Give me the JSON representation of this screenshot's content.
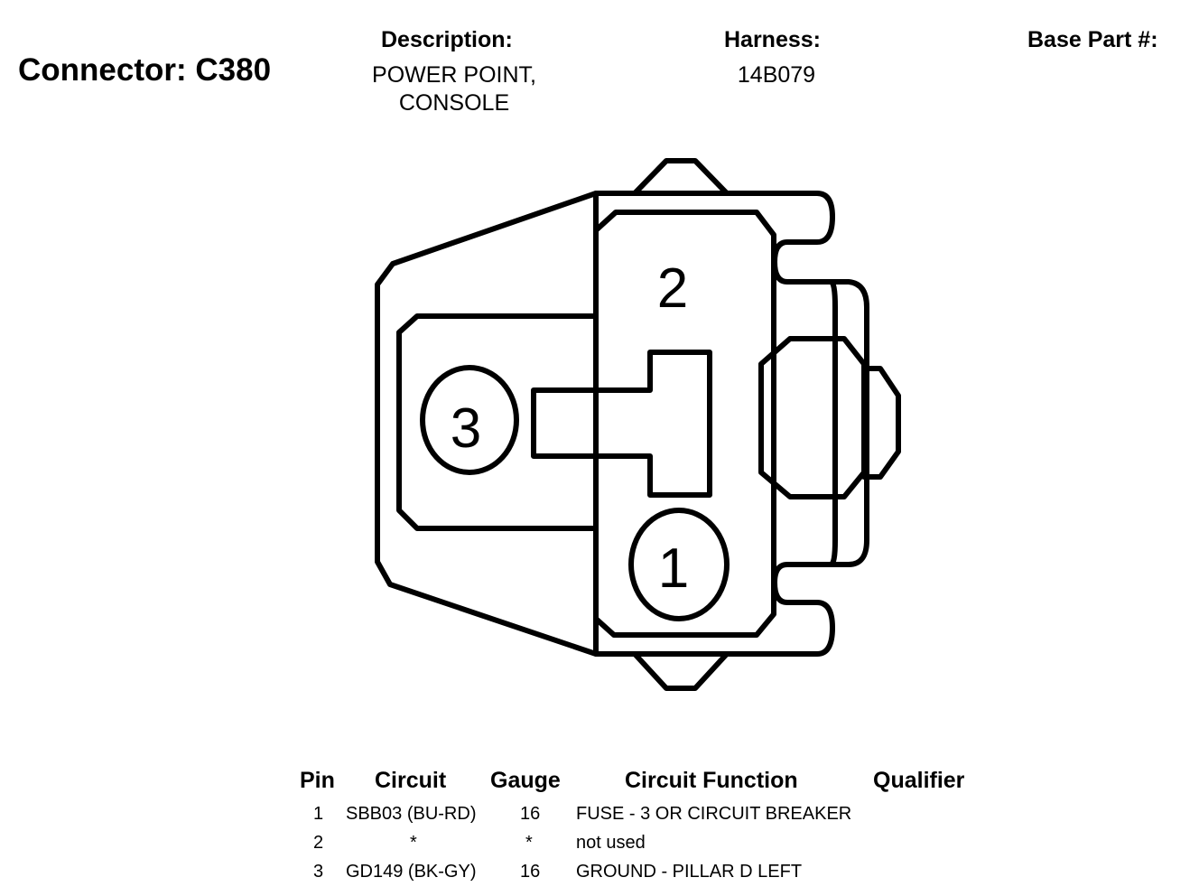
{
  "connector": {
    "title": "Connector: C380"
  },
  "description": {
    "label": "Description:",
    "value_line1": "POWER POINT,",
    "value_line2": "CONSOLE"
  },
  "harness": {
    "label": "Harness:",
    "value": "14B079"
  },
  "base_part": {
    "label": "Base Part #:"
  },
  "pins_in_diagram": {
    "p1": "1",
    "p2": "2",
    "p3": "3"
  },
  "table": {
    "headers": {
      "pin": "Pin",
      "circuit": "Circuit",
      "gauge": "Gauge",
      "function": "Circuit Function",
      "qualifier": "Qualifier"
    },
    "rows": [
      {
        "pin": "1",
        "circuit": "SBB03 (BU-RD)",
        "gauge": "16",
        "function": "FUSE - 3 OR CIRCUIT BREAKER"
      },
      {
        "pin": "2",
        "circuit": "*",
        "gauge": "*",
        "function": "not used"
      },
      {
        "pin": "3",
        "circuit": "GD149 (BK-GY)",
        "gauge": "16",
        "function": "GROUND - PILLAR D LEFT"
      }
    ]
  }
}
